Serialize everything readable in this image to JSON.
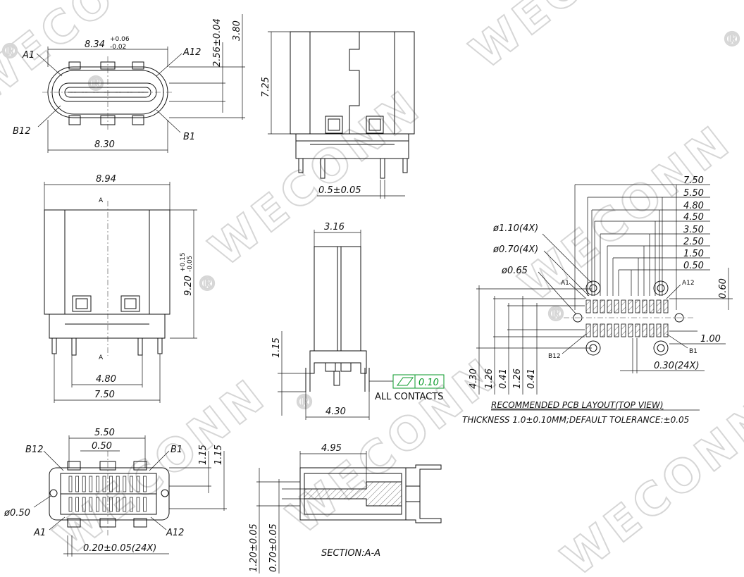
{
  "watermark": {
    "brand": "WECONN",
    "registered": "®"
  },
  "front_view": {
    "dim_width_top": "8.34",
    "dim_width_top_tol_plus": "+0.06",
    "dim_width_top_tol_minus": "-0.02",
    "dim_width_bottom": "8.30",
    "dim_height_inner": "2.56±0.04",
    "dim_height_outer": "3.80",
    "pin_a1": "A1",
    "pin_a12": "A12",
    "pin_b12": "B12",
    "pin_b1": "B1"
  },
  "side_view": {
    "dim_height": "7.25",
    "dim_pin_width": "0.5±0.05"
  },
  "top_view": {
    "dim_width": "8.94",
    "dim_length": "9.20",
    "dim_length_tol_plus": "+0.15",
    "dim_length_tol_minus": "-0.05",
    "dim_pin_pitch_inner": "4.80",
    "dim_pin_pitch_outer": "7.50",
    "section_mark": "A"
  },
  "end_view": {
    "dim_width": "3.16",
    "dim_height": "1.15",
    "dim_pin_span": "4.30",
    "flatness_value": "0.10",
    "flatness_note": "ALL  CONTACTS"
  },
  "bottom_view": {
    "dim_span_outer": "5.50",
    "dim_pitch": "0.50",
    "dim_height_a": "1.15",
    "dim_height_b": "1.15",
    "dim_hole": "ø0.50",
    "dim_contact_width": "0.20±0.05(24X)",
    "pin_b12": "B12",
    "pin_b1": "B1",
    "pin_a1": "A1",
    "pin_a12": "A12"
  },
  "section_view": {
    "dim_length": "4.95",
    "dim_height_a": "1.20±0.05",
    "dim_height_b": "0.70±0.05",
    "caption": "SECTION:A-A"
  },
  "pcb_layout": {
    "dims_top": [
      "7.50",
      "5.50",
      "4.80",
      "4.50",
      "3.50",
      "2.50",
      "1.50",
      "0.50"
    ],
    "hole_large": "ø1.10(4X)",
    "hole_medium": "ø0.70(4X)",
    "hole_small": "ø0.65",
    "dim_right_vertical": "0.60",
    "dim_pad_length": "1.00",
    "dim_pad_width": "0.30(24X)",
    "dims_left": [
      "4.30",
      "1.26",
      "0.41",
      "1.26",
      "0.41"
    ],
    "pin_a1": "A1",
    "pin_a12": "A12",
    "pin_b12": "B12",
    "pin_b1": "B1",
    "title": "RECOMMENDED  PCB  LAYOUT(TOP  VIEW)",
    "note": "THICKNESS  1.0±0.10MM;DEFAULT  TOLERANCE:±0.05"
  }
}
